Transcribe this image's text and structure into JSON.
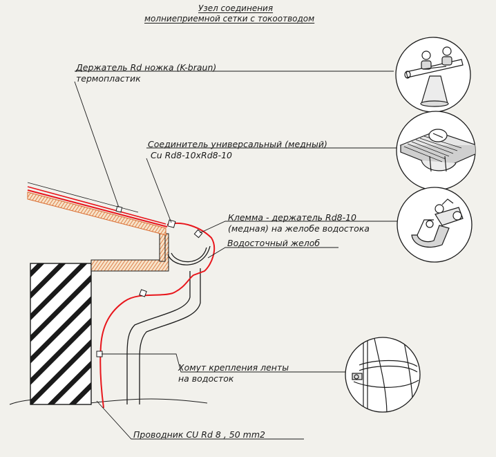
{
  "title": {
    "line1": "Узел соединения",
    "line2": "молниеприемной сетки с токоотводом"
  },
  "callouts": {
    "holder": {
      "line1": "Держатель Rd   ножка (K-braun)",
      "line2": "термопластик"
    },
    "connector": {
      "line1": "Соединитель универсальный (медный)",
      "line2": "Cu Rd8-10xRd8-10"
    },
    "clamp": {
      "line1": "Клемма - держатель Rd8-10",
      "line2": "(медная) на желобе водостока"
    },
    "gutter": {
      "line1": "Водосточный желоб"
    },
    "strap": {
      "line1": "Хомут крепления ленты",
      "line2": "на водосток"
    },
    "conductor": {
      "line1": "Проводник CU  Rd 8 , 50 mm2"
    }
  },
  "colors": {
    "conductor": "#e8161c",
    "roof_hatch": "#d96a2e",
    "line": "#1a1a1a",
    "background": "#f2f1ec"
  }
}
